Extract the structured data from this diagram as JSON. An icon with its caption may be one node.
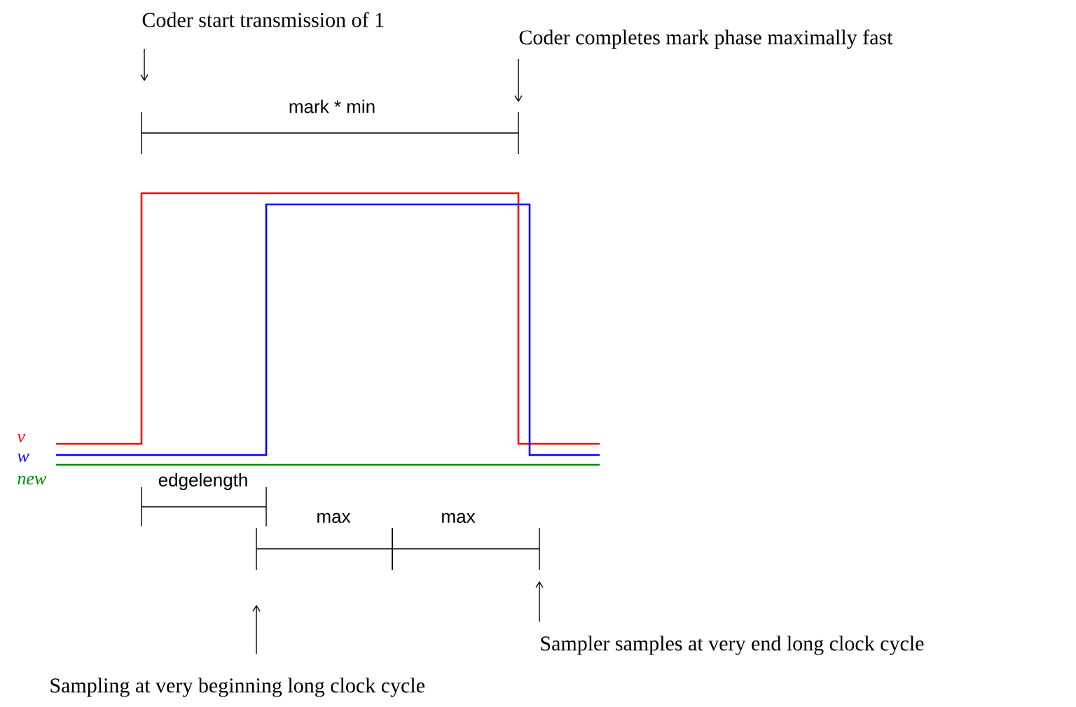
{
  "diagram": {
    "labels": [
      "Coder start transmission of 1",
      "Coder completes mark phase maximally fast",
      "mark * min",
      "v",
      "w",
      "new",
      "edgelength",
      "max",
      "max",
      "Sampler samples at very end long clock cycle",
      "Sampling at very beginning long clock cycle"
    ]
  }
}
